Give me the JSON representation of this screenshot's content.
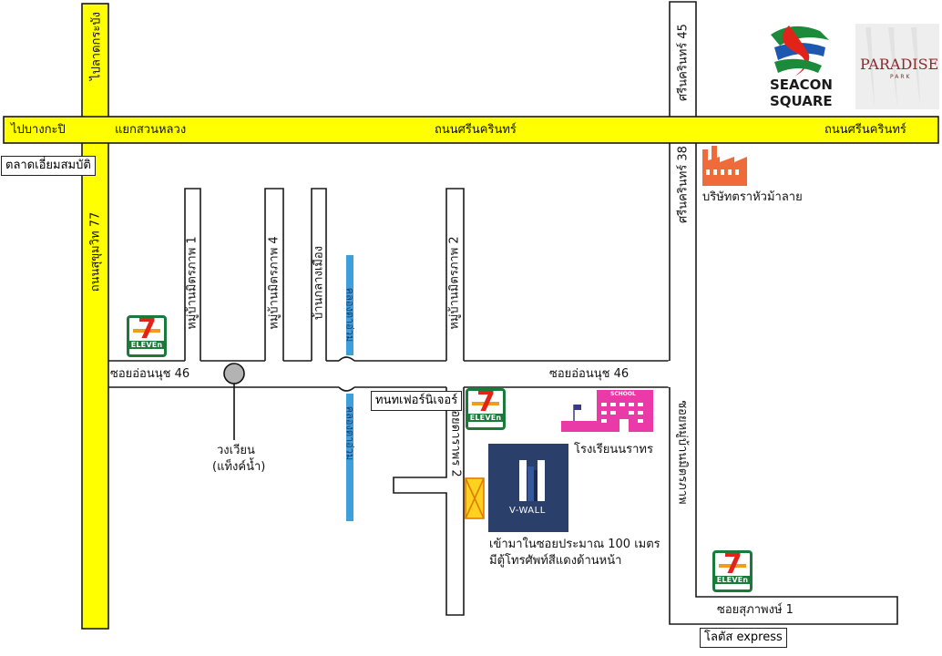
{
  "roads": {
    "top_left_vertical": "ไปลาดกระบัง",
    "srinakarin_left": "ไปบางกะปิ",
    "junction": "แยกสวนหลวง",
    "srinakarin_mid": "ถนนศรีนครินทร์",
    "srinakarin_right": "ถนนศรีนครินทร์",
    "srinakarin_45": "ศรีนครินทร์ 45",
    "srinakarin_38": "ศรีนครินทร์ 38",
    "sukhumvit_77": "ถนนสุขุมวิท 77",
    "on_nut_46_left": "ซอยอ่อนนุช 46",
    "on_nut_46_right": "ซอยอ่อนนุช 46",
    "mitraphap_1": "หมู่บ้านมิตรภาพ 1",
    "mitraphap_4": "หมู่บ้านมิตรภาพ 4",
    "ban_klang_mueang": "บ้านกลางเมือง",
    "mitraphap_2": "หมู่บ้านมิตรภาพ 2",
    "soi_mitraphap": "ซอยหมู่บ้านมิตรภาพ",
    "soi_dara": "ซอยดาราพร 2",
    "suphaphong": "ซอยสุภาพงษ์ 1",
    "canal_upper": "คลองตาอ่วม",
    "canal_lower": "คลองตาอ่วม"
  },
  "places": {
    "market": "ตลาดเอี่ยมสมบัติ",
    "factory": "บริษัทตราหัวม้าลาย",
    "roundabout_1": "วงเวียน",
    "roundabout_2": "(แท็งค์น้ำ)",
    "furniture": "ทนทเฟอร์นิเจอร์",
    "school_label": "โรงเรียนนราทร",
    "school_sign": "SCHOOL",
    "lotus": "โลตัส express",
    "vwall": "V-WALL",
    "direction_1": "เข้ามาในซอยประมาณ 100 เมตร",
    "direction_2": "มีตู้โทรศัพท์สีแดงด้านหน้า"
  },
  "logos": {
    "seacon_1": "SEACON",
    "seacon_2": "SQUARE",
    "paradise_1": "PARADISE",
    "paradise_2": "PARK",
    "seven_number": "7",
    "seven_brand": "ELEVEn"
  },
  "colors": {
    "main_road": "#ffff00",
    "canal": "#3d9fdc",
    "vwall": "#2b3f6b",
    "school": "#ea3aa8",
    "factory": "#ef6b3a",
    "seven_green": "#1b7a3a",
    "seven_red": "#e2231a",
    "seven_orange": "#f29b1e",
    "phone_booth": "#ffd21f"
  }
}
